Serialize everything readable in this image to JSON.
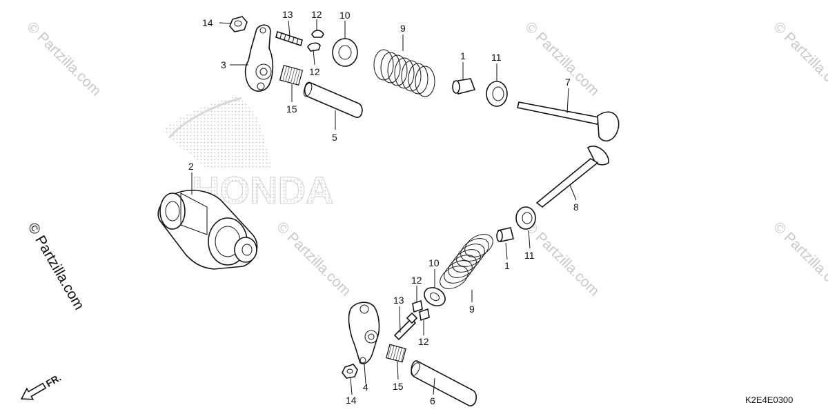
{
  "watermark": {
    "text": "© Partzilla.com",
    "color": "#c8c8c8"
  },
  "background_logo": {
    "text": "HONDA",
    "color": "#d0d0d0"
  },
  "diagram_code": "K2E4E0300",
  "direction_marker": {
    "label": "FR.",
    "icon": "arrow-front-icon"
  },
  "callouts": [
    "14",
    "13",
    "12",
    "10",
    "9",
    "3",
    "12",
    "15",
    "5",
    "1",
    "11",
    "7",
    "2",
    "8",
    "11",
    "1",
    "10",
    "9",
    "12",
    "13",
    "12",
    "15",
    "4",
    "14",
    "6"
  ]
}
